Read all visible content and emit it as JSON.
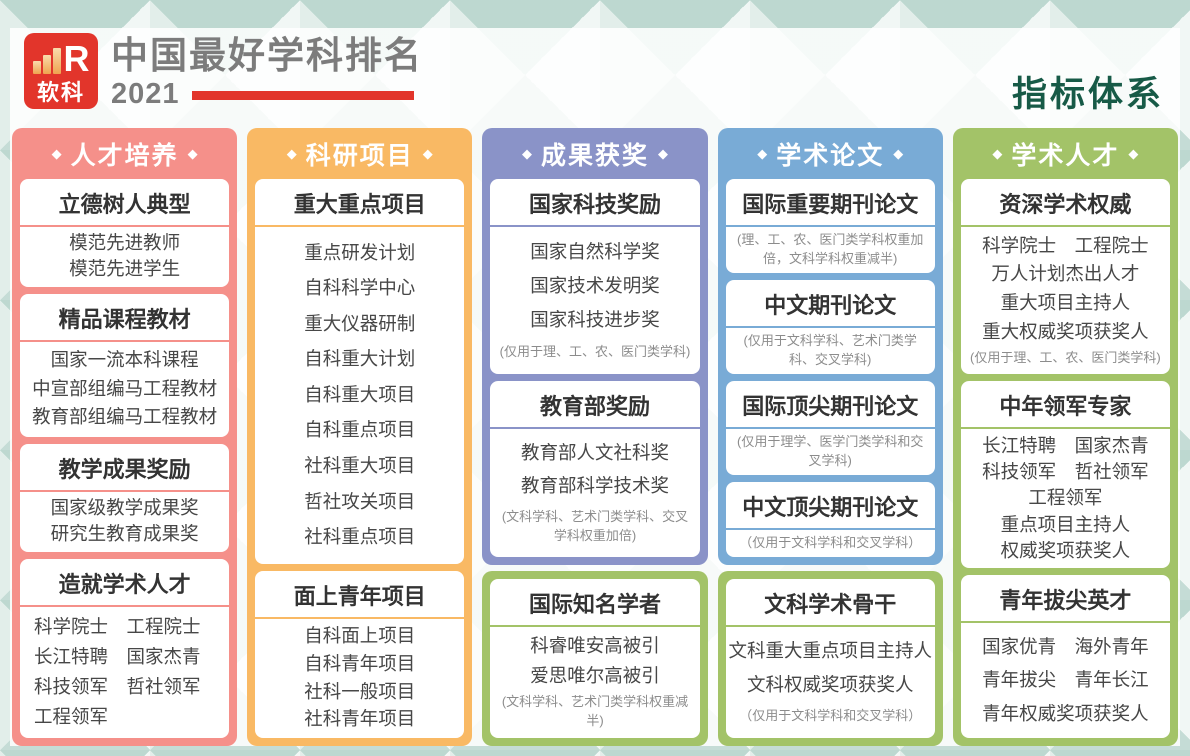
{
  "palette": {
    "brand_red": "#E2352B",
    "title_gray": "#7C7C7C",
    "page_title_green": "#175A47",
    "column_pink": "#F5908A",
    "column_orange": "#F9B964",
    "column_periwinkle": "#8A93C8",
    "column_blue": "#79ABD6",
    "column_green": "#A3C368",
    "background_mint": "#D8E8E3"
  },
  "decor": {
    "diamond": "◆"
  },
  "header": {
    "logo_r": "R",
    "logo_text": "软科",
    "title": "中国最好学科排名",
    "year": "2021",
    "page_title": "指标体系"
  },
  "columns": [
    {
      "title": "人才培养",
      "color": "#F5908A",
      "blocks": [
        {
          "heading": "立德树人典型",
          "items": [
            "模范先进教师",
            "模范先进学生"
          ]
        },
        {
          "heading": "精品课程教材",
          "items": [
            "国家一流本科课程",
            "中宣部组编马工程教材",
            "教育部组编马工程教材"
          ]
        },
        {
          "heading": "教学成果奖励",
          "items": [
            "国家级教学成果奖",
            "研究生教育成果奖"
          ]
        },
        {
          "heading": "造就学术人才",
          "items": [
            "科学院士　工程院士",
            "长江特聘　国家杰青",
            "科技领军　哲社领军",
            "工程领军"
          ]
        }
      ]
    },
    {
      "title": "科研项目",
      "color": "#F9B964",
      "blocks": [
        {
          "heading": "重大重点项目",
          "items": [
            "重点研发计划",
            "自科科学中心",
            "重大仪器研制",
            "自科重大计划",
            "自科重大项目",
            "自科重点项目",
            "社科重大项目",
            "哲社攻关项目",
            "社科重点项目"
          ]
        },
        {
          "heading": "面上青年项目",
          "items": [
            "自科面上项目",
            "自科青年项目",
            "社科一般项目",
            "社科青年项目"
          ]
        }
      ]
    },
    {
      "title": "成果获奖",
      "color": "#8A93C8",
      "blocks": [
        {
          "heading": "国家科技奖励",
          "items": [
            "国家自然科学奖",
            "国家技术发明奖",
            "国家科技进步奖"
          ],
          "note": "(仅用于理、工、农、医门类学科)"
        },
        {
          "heading": "教育部奖励",
          "items": [
            "教育部人文社科奖",
            "教育部科学技术奖"
          ],
          "note": "(文科学科、艺术门类学科、交叉学科权重加倍)"
        }
      ]
    },
    {
      "title": "学术论文",
      "color": "#79ABD6",
      "blocks": [
        {
          "heading": "国际重要期刊论文",
          "note": "(理、工、农、医门类学科权重加倍，文科学科权重减半)"
        },
        {
          "heading": "中文期刊论文",
          "note": "(仅用于文科学科、艺术门类学科、交叉学科)"
        },
        {
          "heading": "国际顶尖期刊论文",
          "note": "(仅用于理学、医学门类学科和交叉学科)"
        },
        {
          "heading": "中文顶尖期刊论文",
          "note": "（仅用于文科学科和交叉学科）"
        }
      ]
    },
    {
      "title": "学术人才",
      "color": "#A3C368",
      "blocks": [
        {
          "heading": "资深学术权威",
          "items": [
            "科学院士　工程院士",
            "万人计划杰出人才",
            "重大项目主持人",
            "重大权威奖项获奖人"
          ],
          "note": "(仅用于理、工、农、医门类学科)"
        },
        {
          "heading": "中年领军专家",
          "items": [
            "长江特聘　国家杰青",
            "科技领军　哲社领军",
            "工程领军",
            "重点项目主持人",
            "权威奖项获奖人"
          ]
        },
        {
          "heading": "青年拔尖英才",
          "items": [
            "国家优青　海外青年",
            "青年拔尖　青年长江",
            "青年权威奖项获奖人"
          ]
        }
      ]
    }
  ],
  "bottom_blocks": [
    {
      "heading": "国际知名学者",
      "items": [
        "科睿唯安高被引",
        "爱思唯尔高被引"
      ],
      "note": "(文科学科、艺术门类学科权重减半)",
      "color": "#A3C368"
    },
    {
      "heading": "文科学术骨干",
      "items": [
        "文科重大重点项目主持人",
        "文科权威奖项获奖人"
      ],
      "note": "（仅用于文科学科和交叉学科）",
      "color": "#A3C368"
    }
  ]
}
